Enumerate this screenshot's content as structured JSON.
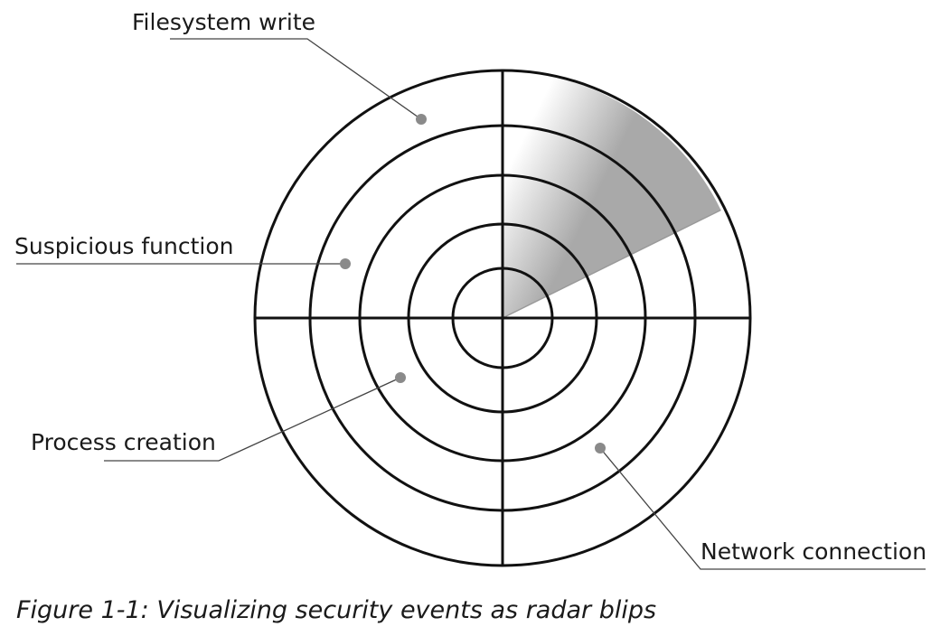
{
  "labels": {
    "filesystem_write": "Filesystem write",
    "suspicious_function": "Suspicious function",
    "process_creation": "Process creation",
    "network_connection": "Network connection"
  },
  "caption": "Figure 1-1: Visualizing security events as radar blips",
  "colors": {
    "rings": "#111111",
    "blip": "#8a8a8a",
    "leader": "#444444",
    "sweep": "#a9a9a9"
  }
}
